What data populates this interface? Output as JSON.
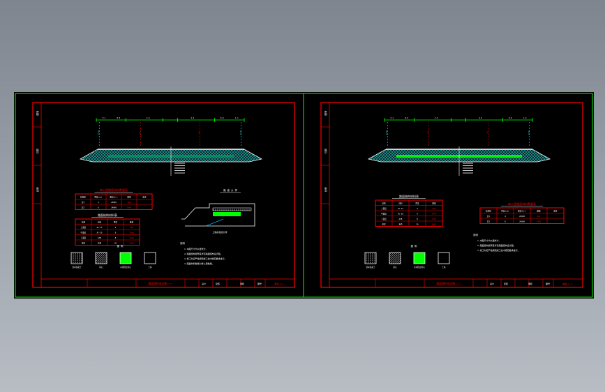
{
  "viewport": {
    "background": "#000000",
    "frame_color": "#00ff00",
    "border_color": "#ff0000",
    "accent_green": "#00ff00",
    "text_color": "#ffffff"
  },
  "sheets": [
    {
      "side_labels": [
        "图号",
        "日期",
        "比例"
      ],
      "dimension_labels": [
        "1:1",
        "8.0",
        "2.5",
        "2.5",
        "8.0",
        "1:1"
      ],
      "station_labels": [
        "0.5%",
        "2%",
        "2%",
        "0.5%"
      ],
      "table1": {
        "title": "每公里路面材料数量表",
        "headers": [
          "结构层",
          "厚度(cm)",
          "面积(m²)",
          "数量",
          "备注"
        ],
        "rows": [
          [
            "层1",
            "4",
            "24000",
            "960",
            ""
          ],
          [
            "层2",
            "6",
            "24000",
            "1440",
            ""
          ]
        ]
      },
      "table2": {
        "title": "路面结构材料表",
        "headers": [
          "结构",
          "材料",
          "厚度",
          "数量"
        ],
        "rows": [
          [
            "上面层",
            "AC-13",
            "4",
            "960"
          ],
          [
            "中面层",
            "AC-20",
            "6",
            "1440"
          ],
          [
            "下面层",
            "ATB",
            "8",
            "1920"
          ],
          [
            "基层",
            "水稳",
            "20",
            "4800"
          ]
        ]
      },
      "legend": [
        {
          "label": "沥青混凝土",
          "swatch": "dotted"
        },
        {
          "label": "碎石",
          "swatch": "hatched"
        },
        {
          "label": "水泥稳定碎石",
          "swatch": "green"
        },
        {
          "label": "土基",
          "swatch": "blank"
        }
      ],
      "legend_title": "图 例",
      "detail_title": "路 面 大 样",
      "detail_label": "土路肩加固大样",
      "notes_title": "说明",
      "notes": [
        "1.本图尺寸均以厘米计。",
        "2.路面结构层厚度详见路面结构设计图。",
        "3.施工时应严格按照施工技术规范要求进行。",
        "4.路面材料数量为每公里数量。"
      ],
      "title_block": {
        "title": "路面结构设计图(一)",
        "fields": [
          "设计",
          "复核",
          "审核",
          "图号",
          "路施-2-1"
        ]
      }
    },
    {
      "side_labels": [
        "图号",
        "日期",
        "比例"
      ],
      "dimension_labels": [
        "1:1",
        "8.0",
        "2.5",
        "2.5",
        "8.0",
        "1:1"
      ],
      "station_labels": [
        "0.5%",
        "2%",
        "2%",
        "0.5%"
      ],
      "table1": {
        "title": "路面结构材料表",
        "headers": [
          "结构",
          "材料",
          "厚度",
          "数量"
        ],
        "rows": [
          [
            "上面层",
            "AC-13",
            "4",
            "960"
          ],
          [
            "中面层",
            "AC-20",
            "6",
            "1440"
          ],
          [
            "下面层",
            "ATB",
            "8",
            "1920"
          ],
          [
            "基层",
            "水稳",
            "20",
            "4800"
          ]
        ]
      },
      "table2": {
        "title": "每公里路面材料数量表",
        "headers": [
          "结构层",
          "厚度(cm)",
          "面积(m²)",
          "数量",
          "备注"
        ],
        "rows": [
          [
            "层1",
            "4",
            "24000",
            "960",
            ""
          ],
          [
            "层2",
            "6",
            "24000",
            "1440",
            ""
          ]
        ]
      },
      "legend": [
        {
          "label": "沥青混凝土",
          "swatch": "dotted"
        },
        {
          "label": "碎石",
          "swatch": "hatched"
        },
        {
          "label": "水泥稳定碎石",
          "swatch": "green"
        },
        {
          "label": "土基",
          "swatch": "blank"
        }
      ],
      "legend_title": "图 例",
      "notes_title": "说明",
      "notes": [
        "1.本图尺寸均以厘米计。",
        "2.路面结构层厚度详见路面结构设计图。",
        "3.施工时应严格按照施工技术规范要求进行。"
      ],
      "title_block": {
        "title": "路面结构设计图(二)",
        "fields": [
          "设计",
          "复核",
          "审核",
          "图号",
          "路施-2-2"
        ]
      }
    }
  ]
}
